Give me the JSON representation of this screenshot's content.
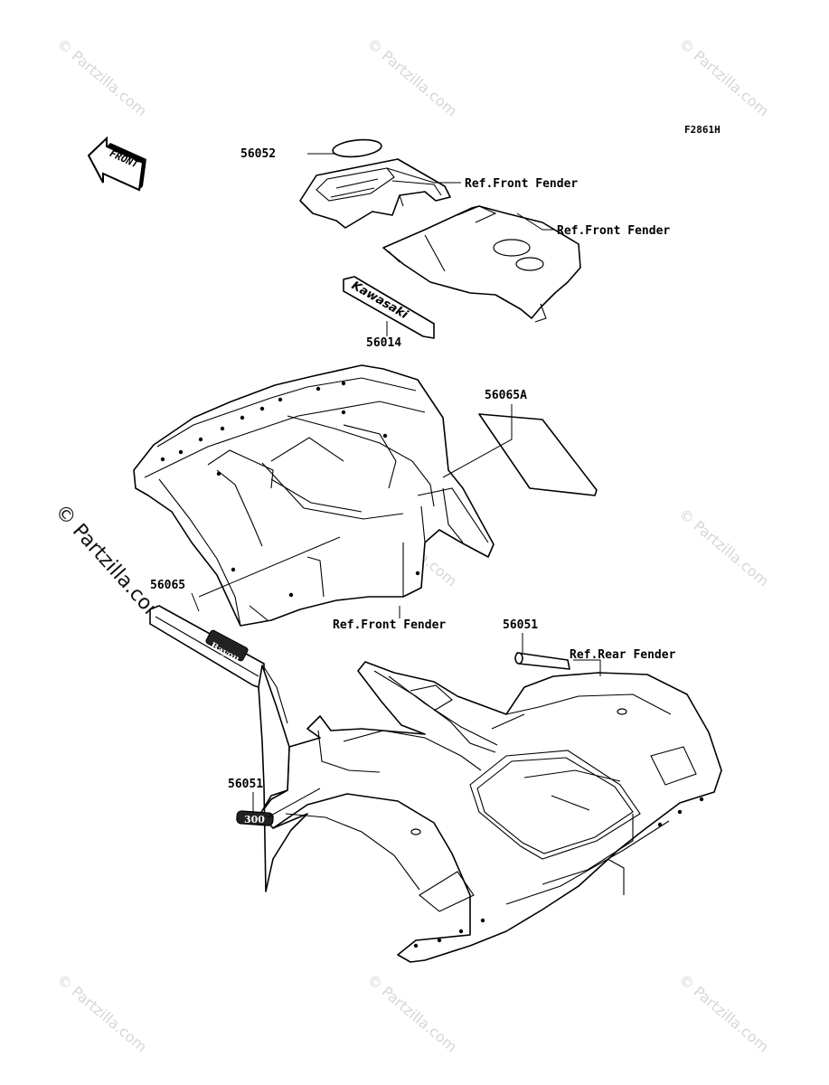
{
  "figure_code": "F2861H",
  "front_arrow_label": "FRONT",
  "callouts": {
    "p56052": "56052",
    "p56014": "56014",
    "p56065A": "56065A",
    "p56065": "56065",
    "p56051_top": "56051",
    "p56051_bottom": "56051",
    "ref_front_fender_1": "Ref.Front Fender",
    "ref_front_fender_2": "Ref.Front Fender",
    "ref_front_fender_3": "Ref.Front Fender",
    "ref_rear_fender": "Ref.Rear Fender"
  },
  "decals": {
    "kawasaki": "Kawasaki",
    "bayou": "Bayou",
    "engine_size": "300"
  },
  "watermarks": {
    "small": "© Partzilla.com",
    "large": "© Partzilla.com"
  }
}
